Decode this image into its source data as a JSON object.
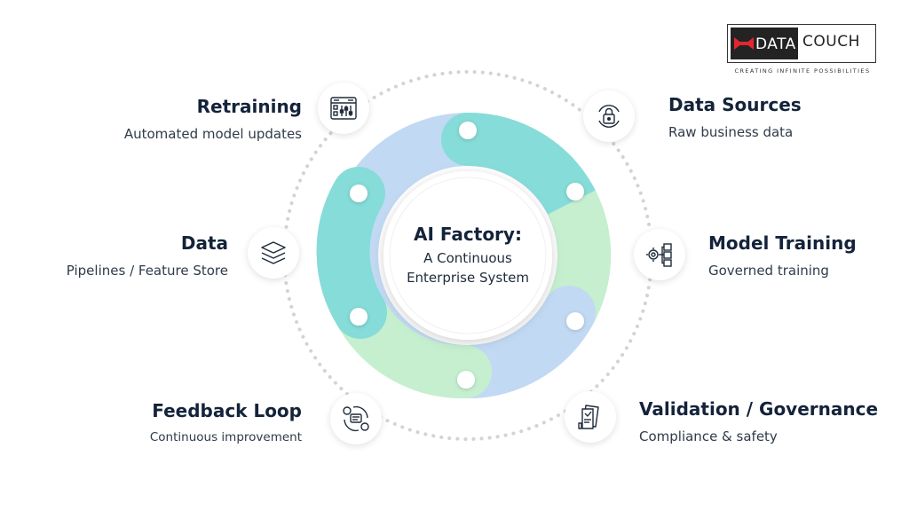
{
  "logo": {
    "word1": "DATA",
    "word2": "COUCH",
    "tagline": "CREATING INFINITE POSSIBILITIES"
  },
  "center": {
    "title": "AI Factory:",
    "line2": "A Continuous",
    "line3": "Enterprise System"
  },
  "stages": {
    "retraining": {
      "title": "Retraining",
      "subtitle": "Automated model updates",
      "icon": "control-panel-icon"
    },
    "data": {
      "title": "Data",
      "subtitle": "Pipelines / Feature Store",
      "icon": "layers-icon"
    },
    "feedback": {
      "title": "Feedback Loop",
      "subtitle": "Continuous improvement",
      "icon": "feedback-cycle-icon"
    },
    "sources": {
      "title": "Data Sources",
      "subtitle": "Raw business data",
      "icon": "secure-data-icon"
    },
    "training": {
      "title": "Model Training",
      "subtitle": "Governed training",
      "icon": "gear-documents-icon"
    },
    "validation": {
      "title": "Validation / Governance",
      "subtitle": "Compliance & safety",
      "icon": "approval-documents-icon"
    }
  },
  "colors": {
    "ring_blue": "#c2d9f3",
    "ring_teal": "#86dcd8",
    "ring_green": "#c5efcf",
    "text_dark": "#14233a",
    "dots": "#d0d0d0",
    "logo_accent": "#e3262d"
  }
}
